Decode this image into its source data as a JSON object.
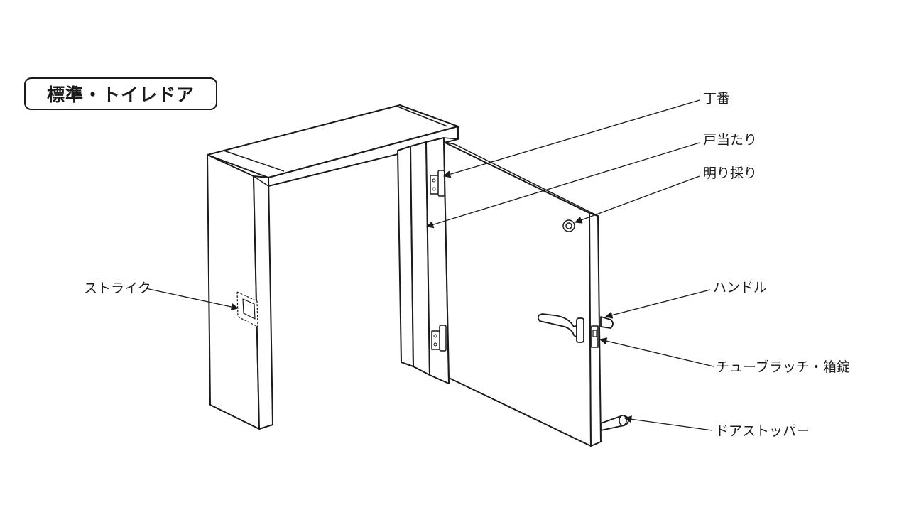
{
  "title": "標準・トイレドア",
  "labels": {
    "hinge": "丁番",
    "door_stop": "戸当たり",
    "light_cut": "明り採り",
    "handle": "ハンドル",
    "latch_lock": "チューブラッチ・箱錠",
    "door_stopper": "ドアストッパー",
    "strike": "ストライク"
  }
}
